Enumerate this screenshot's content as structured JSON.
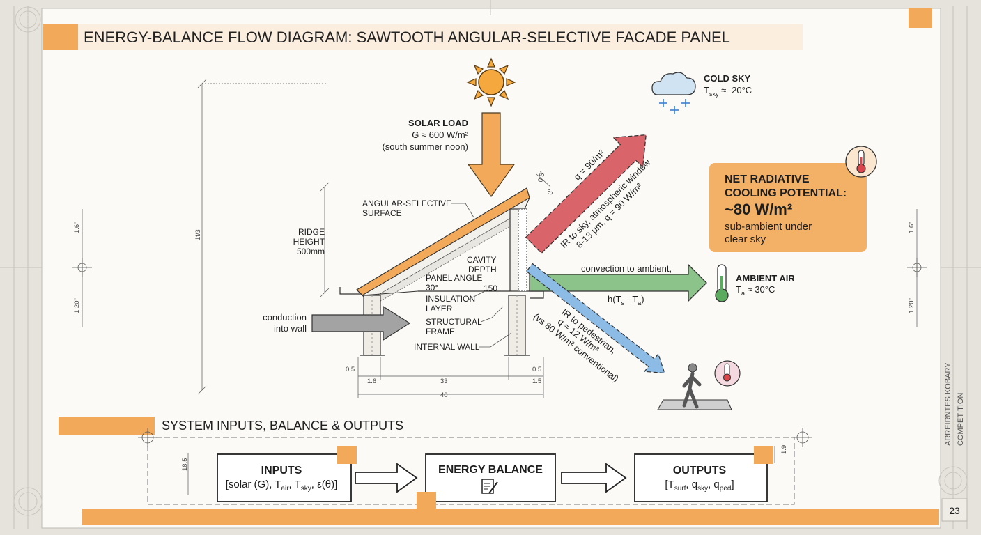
{
  "title": "ENERGY-BALANCE FLOW DIAGRAM: SAWTOOTH ANGULAR-SELECTIVE FACADE PANEL",
  "page_number": "23",
  "side_label": {
    "line1": "ARREIRNTES KOBARY",
    "line2": "COMPETITION"
  },
  "solar": {
    "title": "SOLAR LOAD",
    "value": "G ≈ 600 W/m²",
    "note": "(south summer noon)"
  },
  "cold_sky": {
    "title": "COLD SKY",
    "temp_prefix": "T",
    "temp_sub": "sky",
    "temp_value": " ≈ -20°C"
  },
  "ambient": {
    "title": "AMBIENT AIR",
    "temp_prefix": "T",
    "temp_sub": "a",
    "temp_value": " ≈ 30°C"
  },
  "net": {
    "line1": "NET RADIATIVE",
    "line2": "COOLING POTENTIAL:",
    "value": "~80 W/m²",
    "line3": "sub-ambient under",
    "line4": "clear sky",
    "accent": "#f2a95a"
  },
  "arrows": {
    "sky_q": "q = 90/m²",
    "sky_line1": "IR to sky, atmospheric window",
    "sky_line2": "8-13 μm, q = 90 W/m²",
    "conv_line1": "convection to ambient,",
    "conv_h": "h(T",
    "conv_s": "s",
    "conv_mid": " - T",
    "conv_a": "a",
    "conv_end": ")",
    "ped_line1": "IR to pedestrian,",
    "ped_line2": "q ≈ 12 W/m²",
    "ped_line3": "(vs 80 W/m² conventional)",
    "wall_line1": "conduction",
    "wall_line2": "into wall"
  },
  "labels": {
    "surface1": "ANGULAR-SELECTIVE",
    "surface2": "SURFACE",
    "ridge1": "RIDGE",
    "ridge2": "HEIGHT",
    "ridge3": "500mm",
    "cavity1": "CAVITY",
    "cavity2": "DEPTH",
    "cavity_eq": "=",
    "cavity_val": "150",
    "angle1": "PANEL ANGLE",
    "angle2": "30°",
    "insul1": "INSULATION",
    "insul2": "LAYER",
    "frame1": "STRUCTURAL",
    "frame2": "FRAME",
    "wall": "INTERNAL WALL"
  },
  "dims": {
    "left_h": "1f/3",
    "d05a": "0.5",
    "d16": "1.6",
    "d33": "33",
    "d15": "1.5",
    "d05b": "0.5",
    "d40": "40",
    "edge_top_l": "1.6\"",
    "edge_mid_l": "1.20\"",
    "edge_top_r": "1.6\"",
    "edge_mid_r": "1.20\"",
    "small_b1": "18.5",
    "small_b2": "1.9",
    "tick_a": "0.5'",
    "tick_b": "3'"
  },
  "system": {
    "heading": "SYSTEM INPUTS, BALANCE & OUTPUTS",
    "inputs_title": "INPUTS",
    "inputs_formula": "[solar (G), T_air, T_sky, ε(θ)]",
    "balance_title": "ENERGY BALANCE",
    "outputs_title": "OUTPUTS",
    "outputs_formula": "[T_surf, q_sky, q_ped]"
  },
  "colors": {
    "orange": "#f2a95a",
    "red": "#d9646a",
    "green": "#8cc38a",
    "blue": "#8cbce6",
    "grey": "#9b9b9b"
  },
  "icons": [
    "sun-icon",
    "cloud-snow-icon",
    "thermometer-icon",
    "pedestrian-icon",
    "document-edit-icon"
  ]
}
